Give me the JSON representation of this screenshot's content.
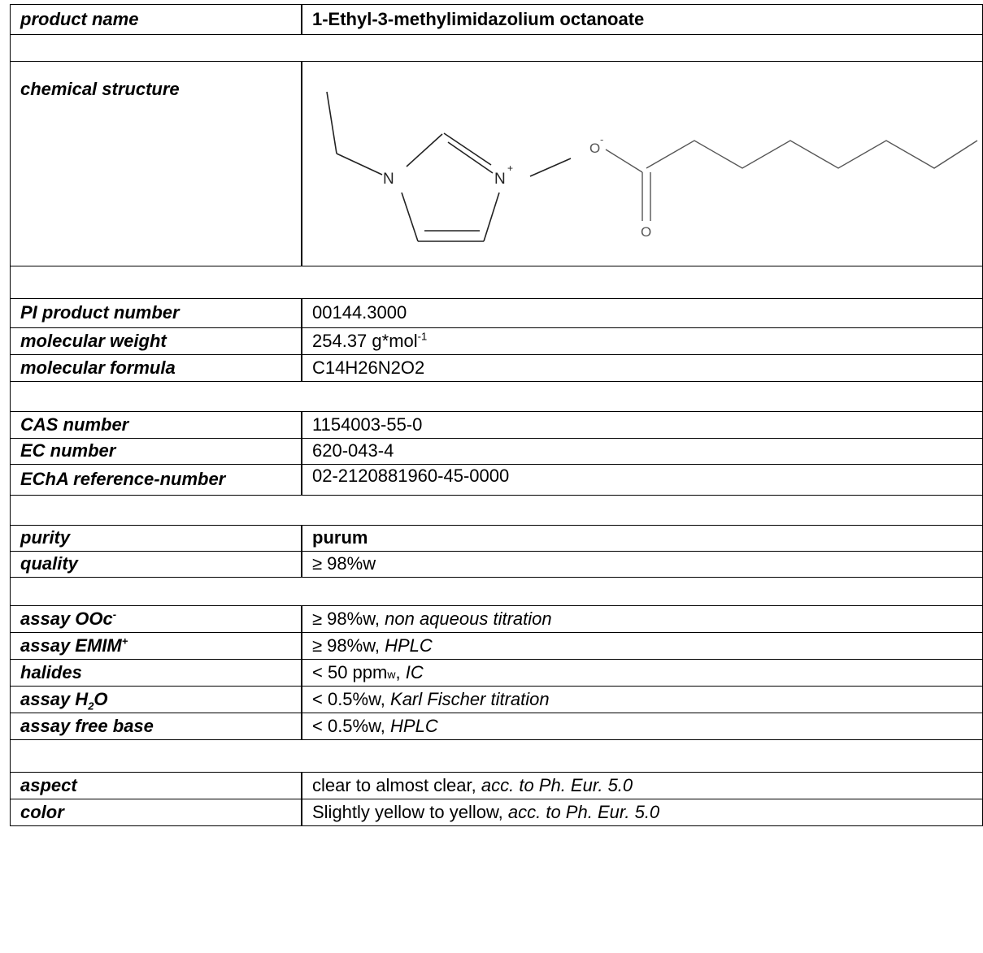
{
  "product_name": {
    "label": "product name",
    "value": "1-Ethyl-3-methylimidazolium octanoate"
  },
  "chemical_structure": {
    "label": "chemical structure",
    "atoms": {
      "n1": "N",
      "n2": "N",
      "n2_charge": "+",
      "o_top": "O",
      "o_top_charge": "-",
      "o_bottom": "O"
    }
  },
  "identity": {
    "pi_product_number": {
      "label": "PI product number",
      "value": "00144.3000"
    },
    "molecular_weight": {
      "label": "molecular weight",
      "value": "254.37 g*mol",
      "sup": "-1"
    },
    "molecular_formula": {
      "label": "molecular formula",
      "value": "C14H26N2O2"
    }
  },
  "registry": {
    "cas": {
      "label": "CAS number",
      "value": "1154003-55-0"
    },
    "ec": {
      "label": "EC number",
      "value": "620-043-4"
    },
    "echa": {
      "label": "EChA reference-number",
      "value": "02-2120881960-45-0000"
    }
  },
  "grade": {
    "purity": {
      "label": "purity",
      "value": "purum"
    },
    "quality": {
      "label": "quality",
      "value": "≥ 98%w"
    }
  },
  "specs": {
    "assay_ooc": {
      "label": "assay OOc",
      "label_sup": "-",
      "value": "≥ 98%w, ",
      "method": "non aqueous titration"
    },
    "assay_emim": {
      "label": "assay EMIM",
      "label_sup": "+",
      "value": "≥ 98%w, ",
      "method": "HPLC"
    },
    "halides": {
      "label": "halides",
      "value": "< 50 ppm",
      "value_sub": "w",
      "value_tail": ", ",
      "method": "IC"
    },
    "assay_h2o": {
      "label_pre": "assay H",
      "label_sub": "2",
      "label_post": "O",
      "value": "< 0.5%w, ",
      "method": "Karl Fischer titration"
    },
    "assay_free_base": {
      "label": "assay free base",
      "value": "< 0.5%w, ",
      "method": "HPLC"
    }
  },
  "appearance": {
    "aspect": {
      "label": "aspect",
      "value": "clear to almost clear, ",
      "method": "acc. to Ph. Eur. 5.0"
    },
    "color": {
      "label": "color",
      "value": "Slightly yellow to yellow, ",
      "method": "acc. to Ph. Eur. 5.0"
    }
  }
}
